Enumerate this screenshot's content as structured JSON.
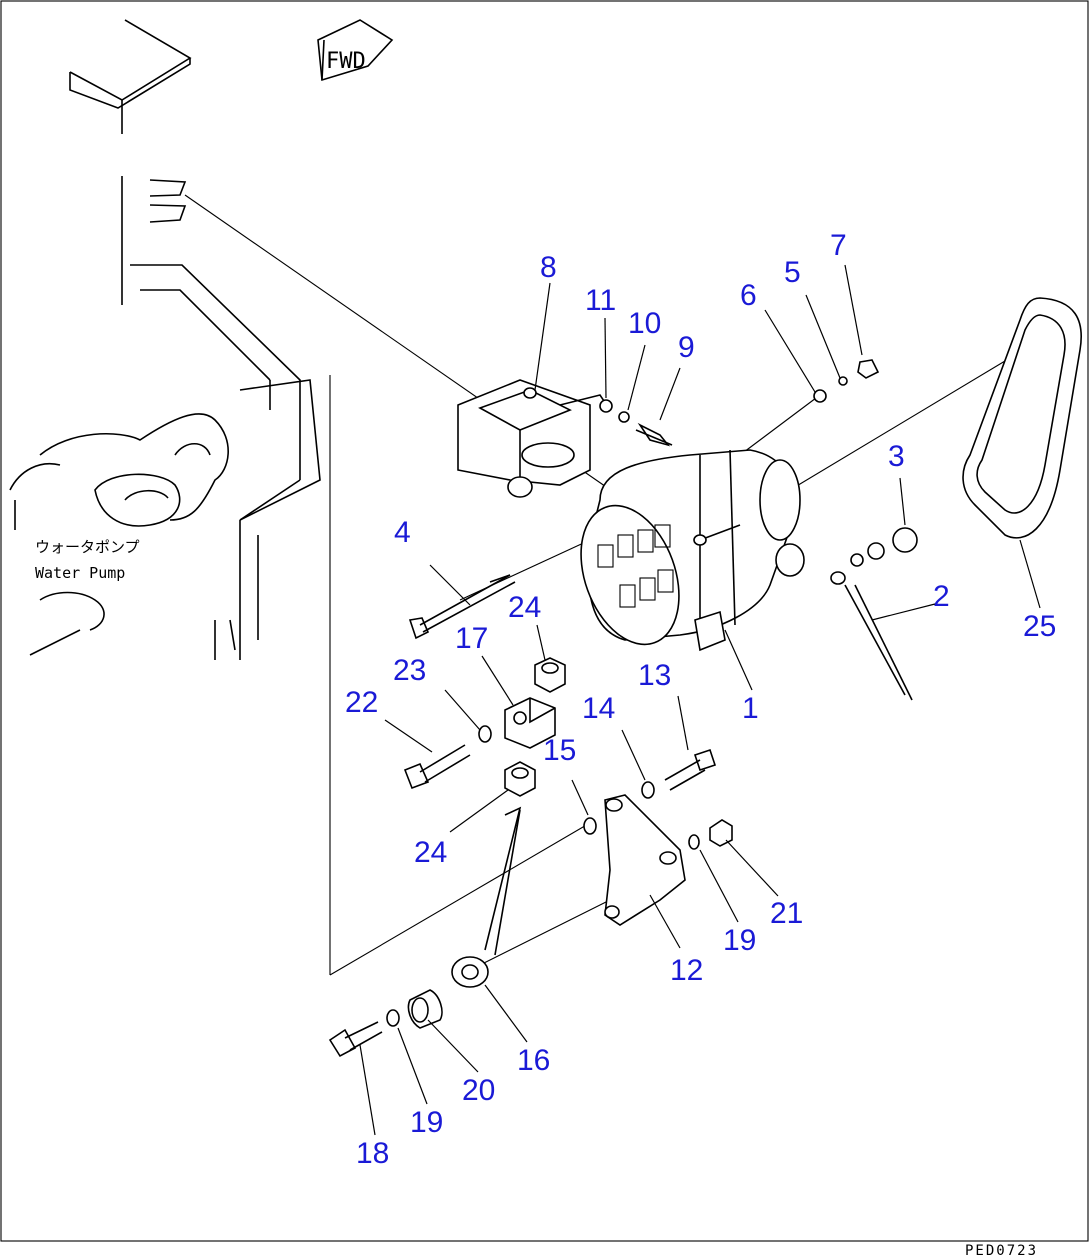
{
  "diagram": {
    "fwd_label": "FWD",
    "water_pump_jp": "ウォータポンプ",
    "water_pump_en": "Water Pump",
    "figure_code": "PED0723",
    "accent_color": "#1a1ad6",
    "callouts": [
      "1",
      "2",
      "3",
      "4",
      "5",
      "6",
      "7",
      "8",
      "9",
      "10",
      "11",
      "12",
      "13",
      "14",
      "15",
      "16",
      "17",
      "18",
      "19",
      "19",
      "20",
      "21",
      "22",
      "23",
      "24",
      "24",
      "25"
    ]
  }
}
